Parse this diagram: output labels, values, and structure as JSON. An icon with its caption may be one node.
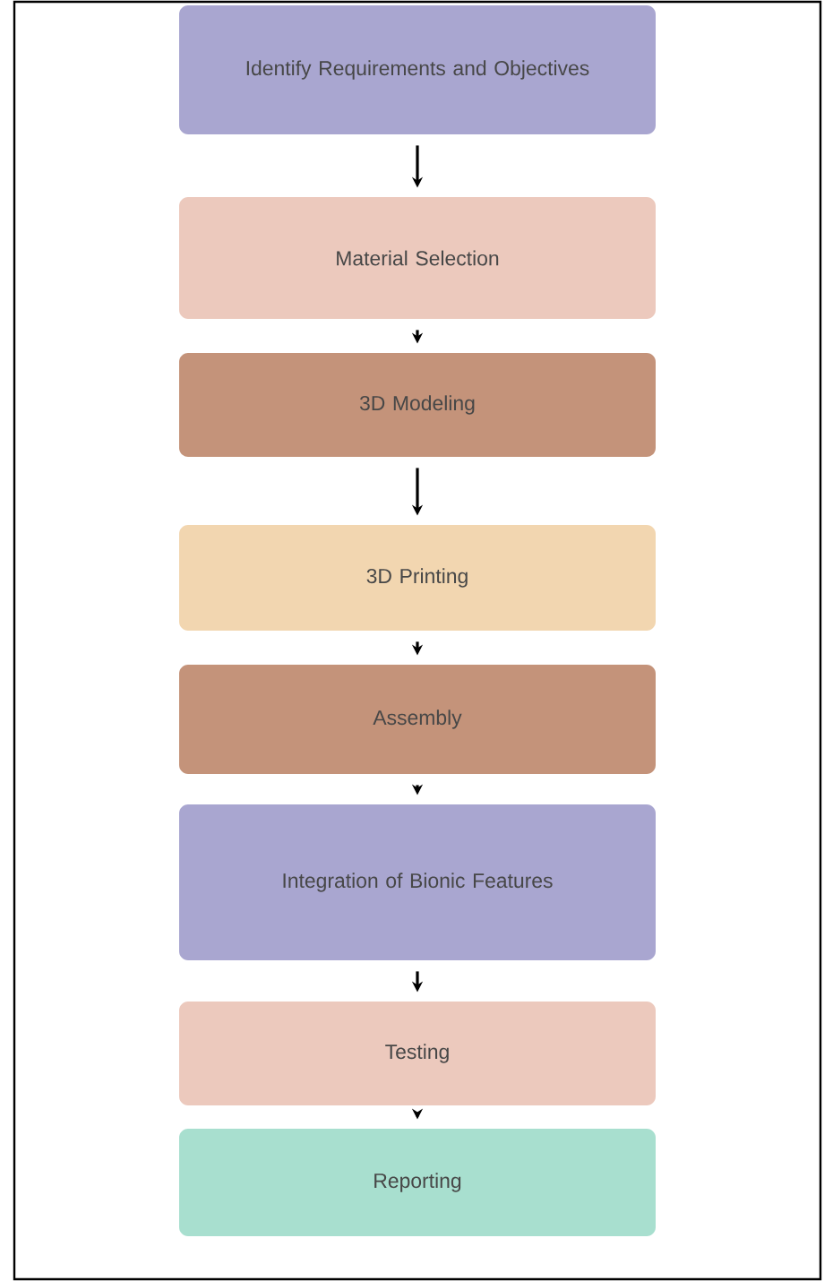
{
  "diagram": {
    "nodes": [
      {
        "text": [
          "Identify Requirements and Objectives"
        ]
      },
      {
        "text": [
          "Material Selection"
        ]
      },
      {
        "text": [
          "3D Modeling"
        ]
      },
      {
        "text": [
          "3D Printing"
        ]
      },
      {
        "text": [
          "Assembly"
        ]
      },
      {
        "text": [
          "Integration of Bionic Features"
        ]
      },
      {
        "text": [
          "Testing"
        ]
      },
      {
        "text": [
          "Reporting"
        ]
      }
    ],
    "edges": [
      {
        "from": 0,
        "to": 1,
        "arrow": "to"
      },
      {
        "from": 1,
        "to": 2,
        "arrow": "to"
      },
      {
        "from": 2,
        "to": 3,
        "arrow": "to"
      },
      {
        "from": 3,
        "to": 4,
        "arrow": "to"
      },
      {
        "from": 4,
        "to": 5,
        "arrow": "to"
      },
      {
        "from": 5,
        "to": 6,
        "arrow": "to"
      },
      {
        "from": 6,
        "to": 7,
        "arrow": "to"
      }
    ]
  }
}
